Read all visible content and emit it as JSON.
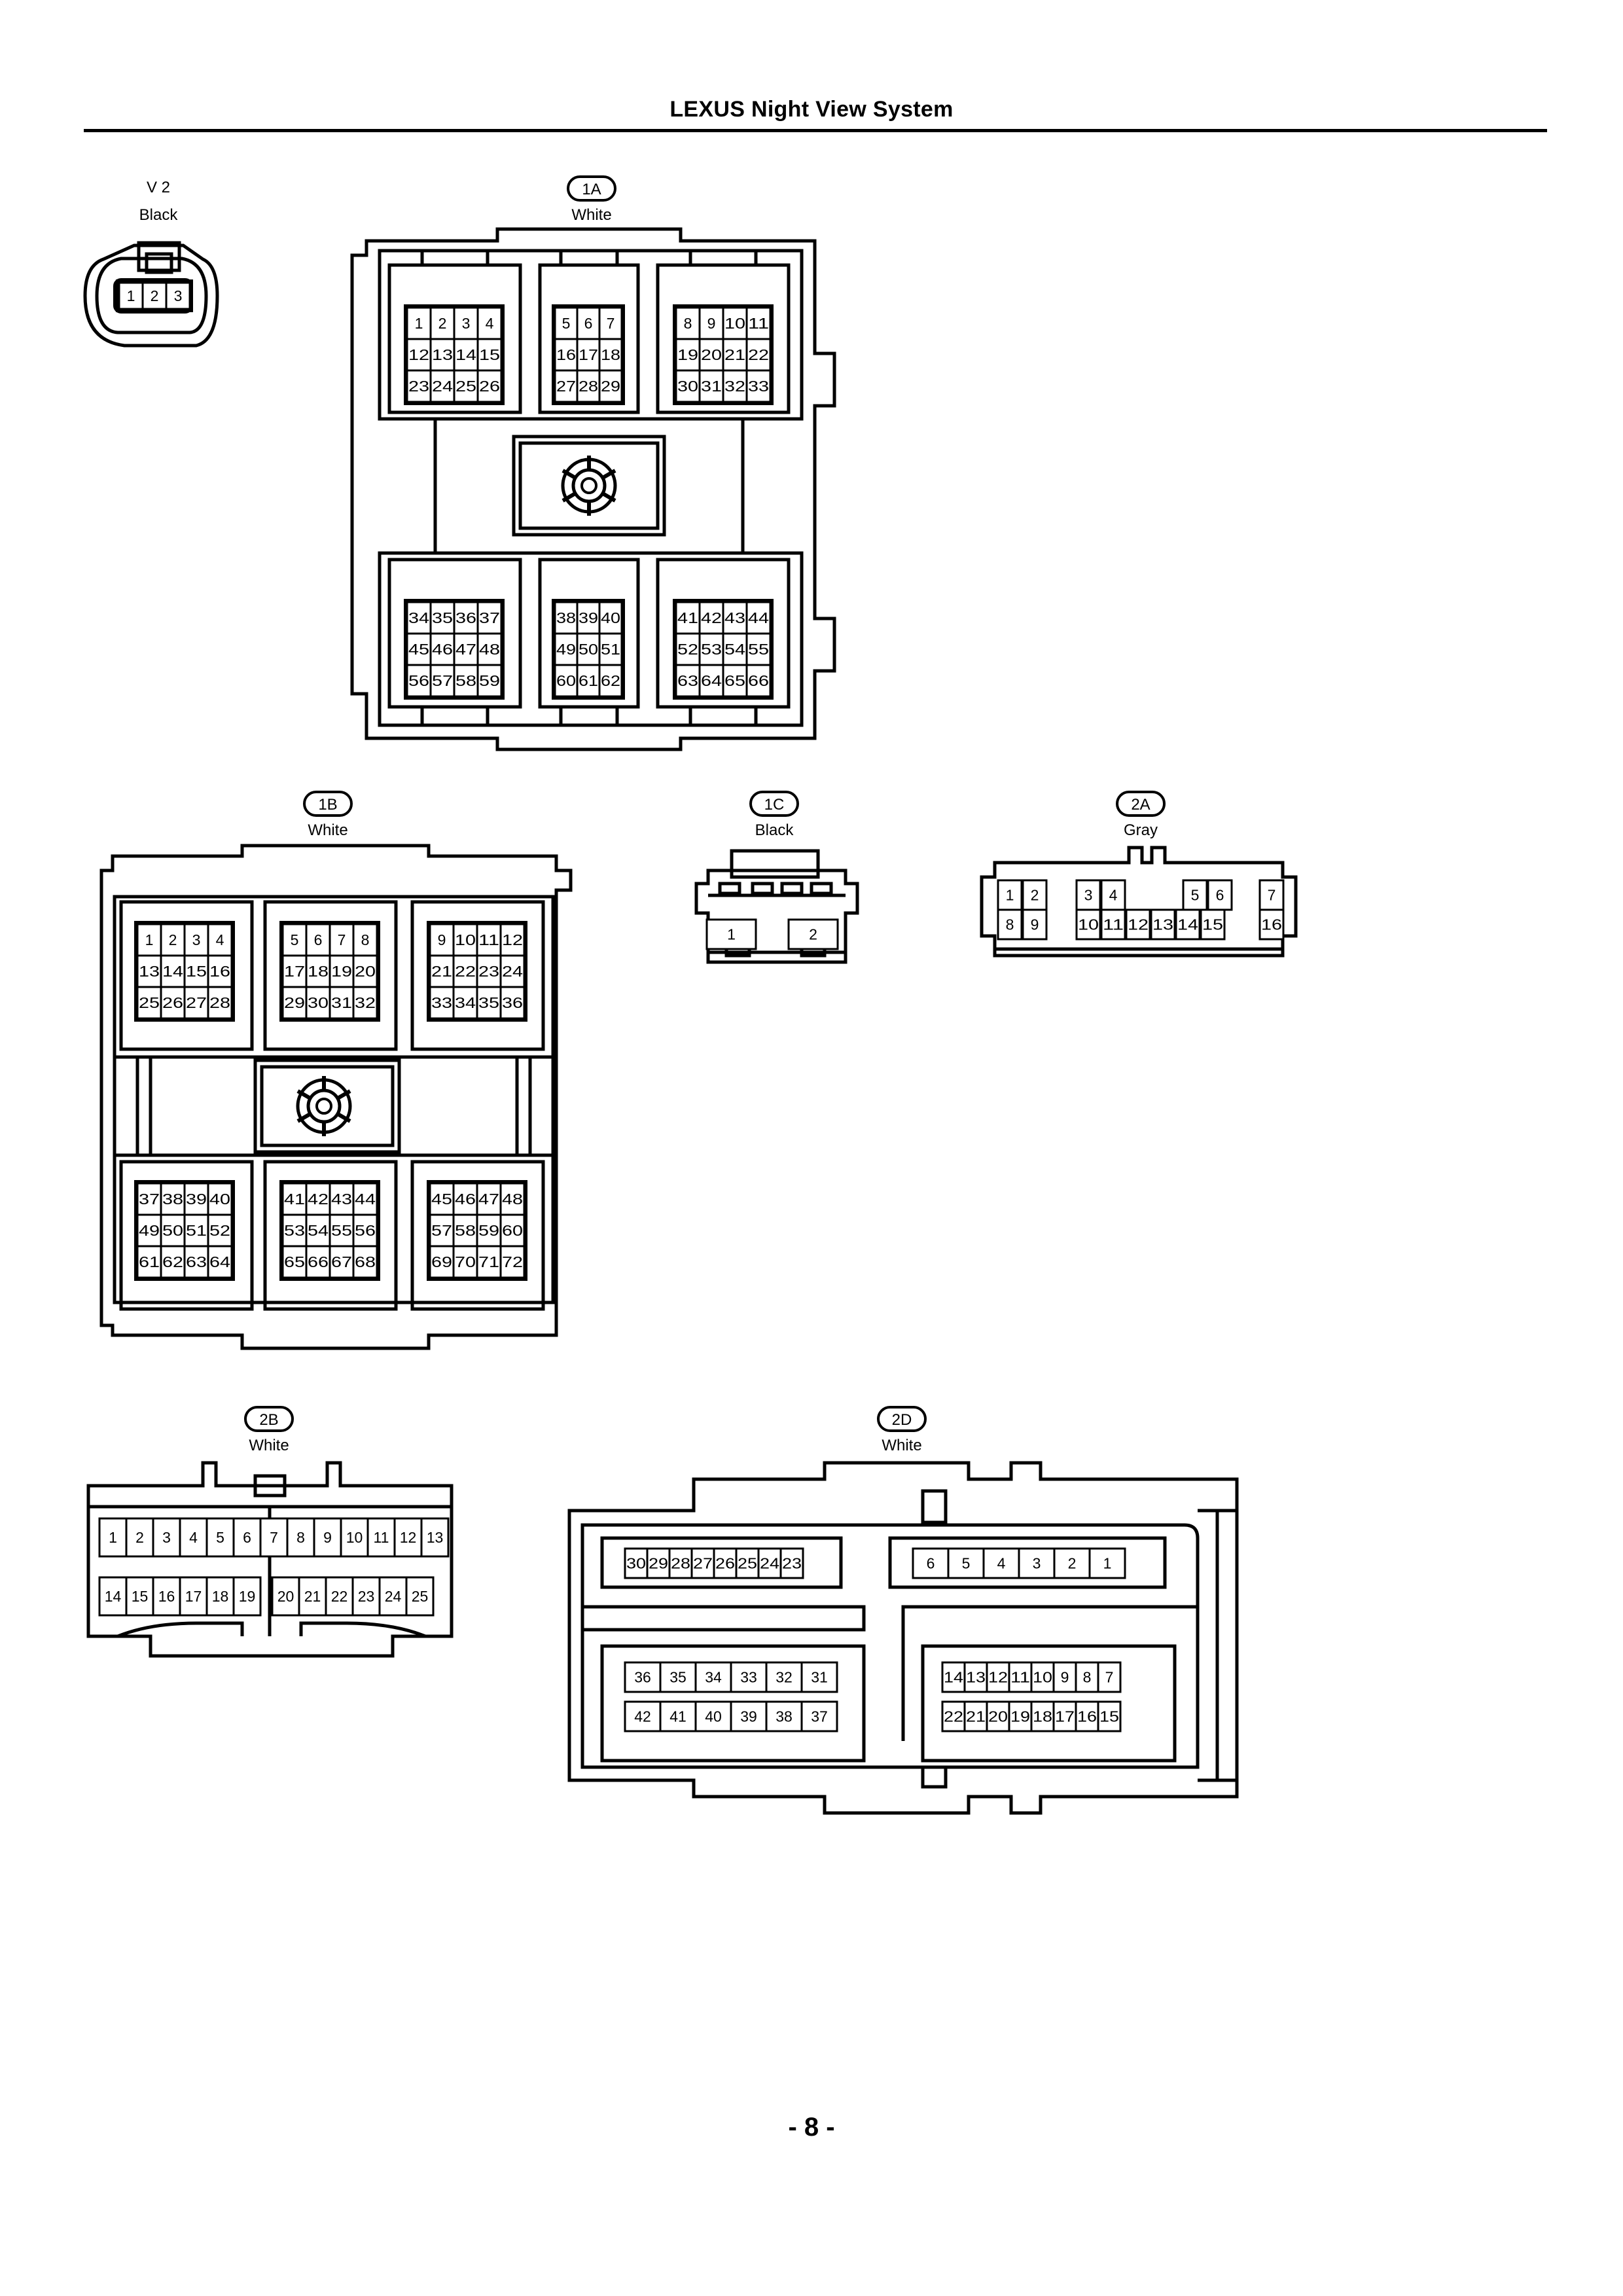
{
  "title": "LEXUS Night View System",
  "page_number": "- 8 -",
  "connectors": {
    "v2": {
      "code": "V 2",
      "color": "Black"
    },
    "c1a": {
      "code": "1A",
      "color": "White"
    },
    "c1b": {
      "code": "1B",
      "color": "White"
    },
    "c1c": {
      "code": "1C",
      "color": "Black"
    },
    "c2a": {
      "code": "2A",
      "color": "Gray"
    },
    "c2b": {
      "code": "2B",
      "color": "White"
    },
    "c2d": {
      "code": "2D",
      "color": "White"
    }
  },
  "pins": {
    "v2": [
      [
        "1",
        "2",
        "3"
      ]
    ],
    "c1a": [
      [
        [
          "1",
          "2",
          "3",
          "4"
        ],
        [
          "12",
          "13",
          "14",
          "15"
        ],
        [
          "23",
          "24",
          "25",
          "26"
        ]
      ],
      [
        [
          "5",
          "6",
          "7"
        ],
        [
          "16",
          "17",
          "18"
        ],
        [
          "27",
          "28",
          "29"
        ]
      ],
      [
        [
          "8",
          "9",
          "10",
          "11"
        ],
        [
          "19",
          "20",
          "21",
          "22"
        ],
        [
          "30",
          "31",
          "32",
          "33"
        ]
      ],
      [
        [
          "34",
          "35",
          "36",
          "37"
        ],
        [
          "45",
          "46",
          "47",
          "48"
        ],
        [
          "56",
          "57",
          "58",
          "59"
        ]
      ],
      [
        [
          "38",
          "39",
          "40"
        ],
        [
          "49",
          "50",
          "51"
        ],
        [
          "60",
          "61",
          "62"
        ]
      ],
      [
        [
          "41",
          "42",
          "43",
          "44"
        ],
        [
          "52",
          "53",
          "54",
          "55"
        ],
        [
          "63",
          "64",
          "65",
          "66"
        ]
      ]
    ],
    "c1b": [
      [
        [
          "1",
          "2",
          "3",
          "4"
        ],
        [
          "13",
          "14",
          "15",
          "16"
        ],
        [
          "25",
          "26",
          "27",
          "28"
        ]
      ],
      [
        [
          "5",
          "6",
          "7",
          "8"
        ],
        [
          "17",
          "18",
          "19",
          "20"
        ],
        [
          "29",
          "30",
          "31",
          "32"
        ]
      ],
      [
        [
          "9",
          "10",
          "11",
          "12"
        ],
        [
          "21",
          "22",
          "23",
          "24"
        ],
        [
          "33",
          "34",
          "35",
          "36"
        ]
      ],
      [
        [
          "37",
          "38",
          "39",
          "40"
        ],
        [
          "49",
          "50",
          "51",
          "52"
        ],
        [
          "61",
          "62",
          "63",
          "64"
        ]
      ],
      [
        [
          "41",
          "42",
          "43",
          "44"
        ],
        [
          "53",
          "54",
          "55",
          "56"
        ],
        [
          "65",
          "66",
          "67",
          "68"
        ]
      ],
      [
        [
          "45",
          "46",
          "47",
          "48"
        ],
        [
          "57",
          "58",
          "59",
          "60"
        ],
        [
          "69",
          "70",
          "71",
          "72"
        ]
      ]
    ],
    "c1c": [
      [
        "1",
        "2"
      ]
    ],
    "c2a": [
      [
        [
          "1",
          "2"
        ],
        [
          "8",
          "9"
        ]
      ],
      [
        [
          "3",
          "4"
        ],
        [
          "10",
          "11",
          "12",
          "13",
          "14",
          "15"
        ]
      ],
      [
        [
          "5",
          "6"
        ]
      ],
      [
        [
          "7"
        ],
        [
          "16"
        ]
      ]
    ],
    "c2b": [
      [
        "1",
        "2",
        "3",
        "4",
        "5",
        "6",
        "7",
        "8",
        "9",
        "10",
        "11",
        "12",
        "13"
      ],
      [
        "14",
        "15",
        "16",
        "17",
        "18",
        "19",
        "20",
        "21",
        "22",
        "23",
        "24",
        "25"
      ]
    ],
    "c2d": [
      [
        "30",
        "29",
        "28",
        "27",
        "26",
        "25",
        "24",
        "23"
      ],
      [
        "6",
        "5",
        "4",
        "3",
        "2",
        "1"
      ],
      [
        "36",
        "35",
        "34",
        "33",
        "32",
        "31"
      ],
      [
        "14",
        "13",
        "12",
        "11",
        "10",
        "9",
        "8",
        "7"
      ],
      [
        "42",
        "41",
        "40",
        "39",
        "38",
        "37"
      ],
      [
        "22",
        "21",
        "20",
        "19",
        "18",
        "17",
        "16",
        "15"
      ]
    ]
  }
}
